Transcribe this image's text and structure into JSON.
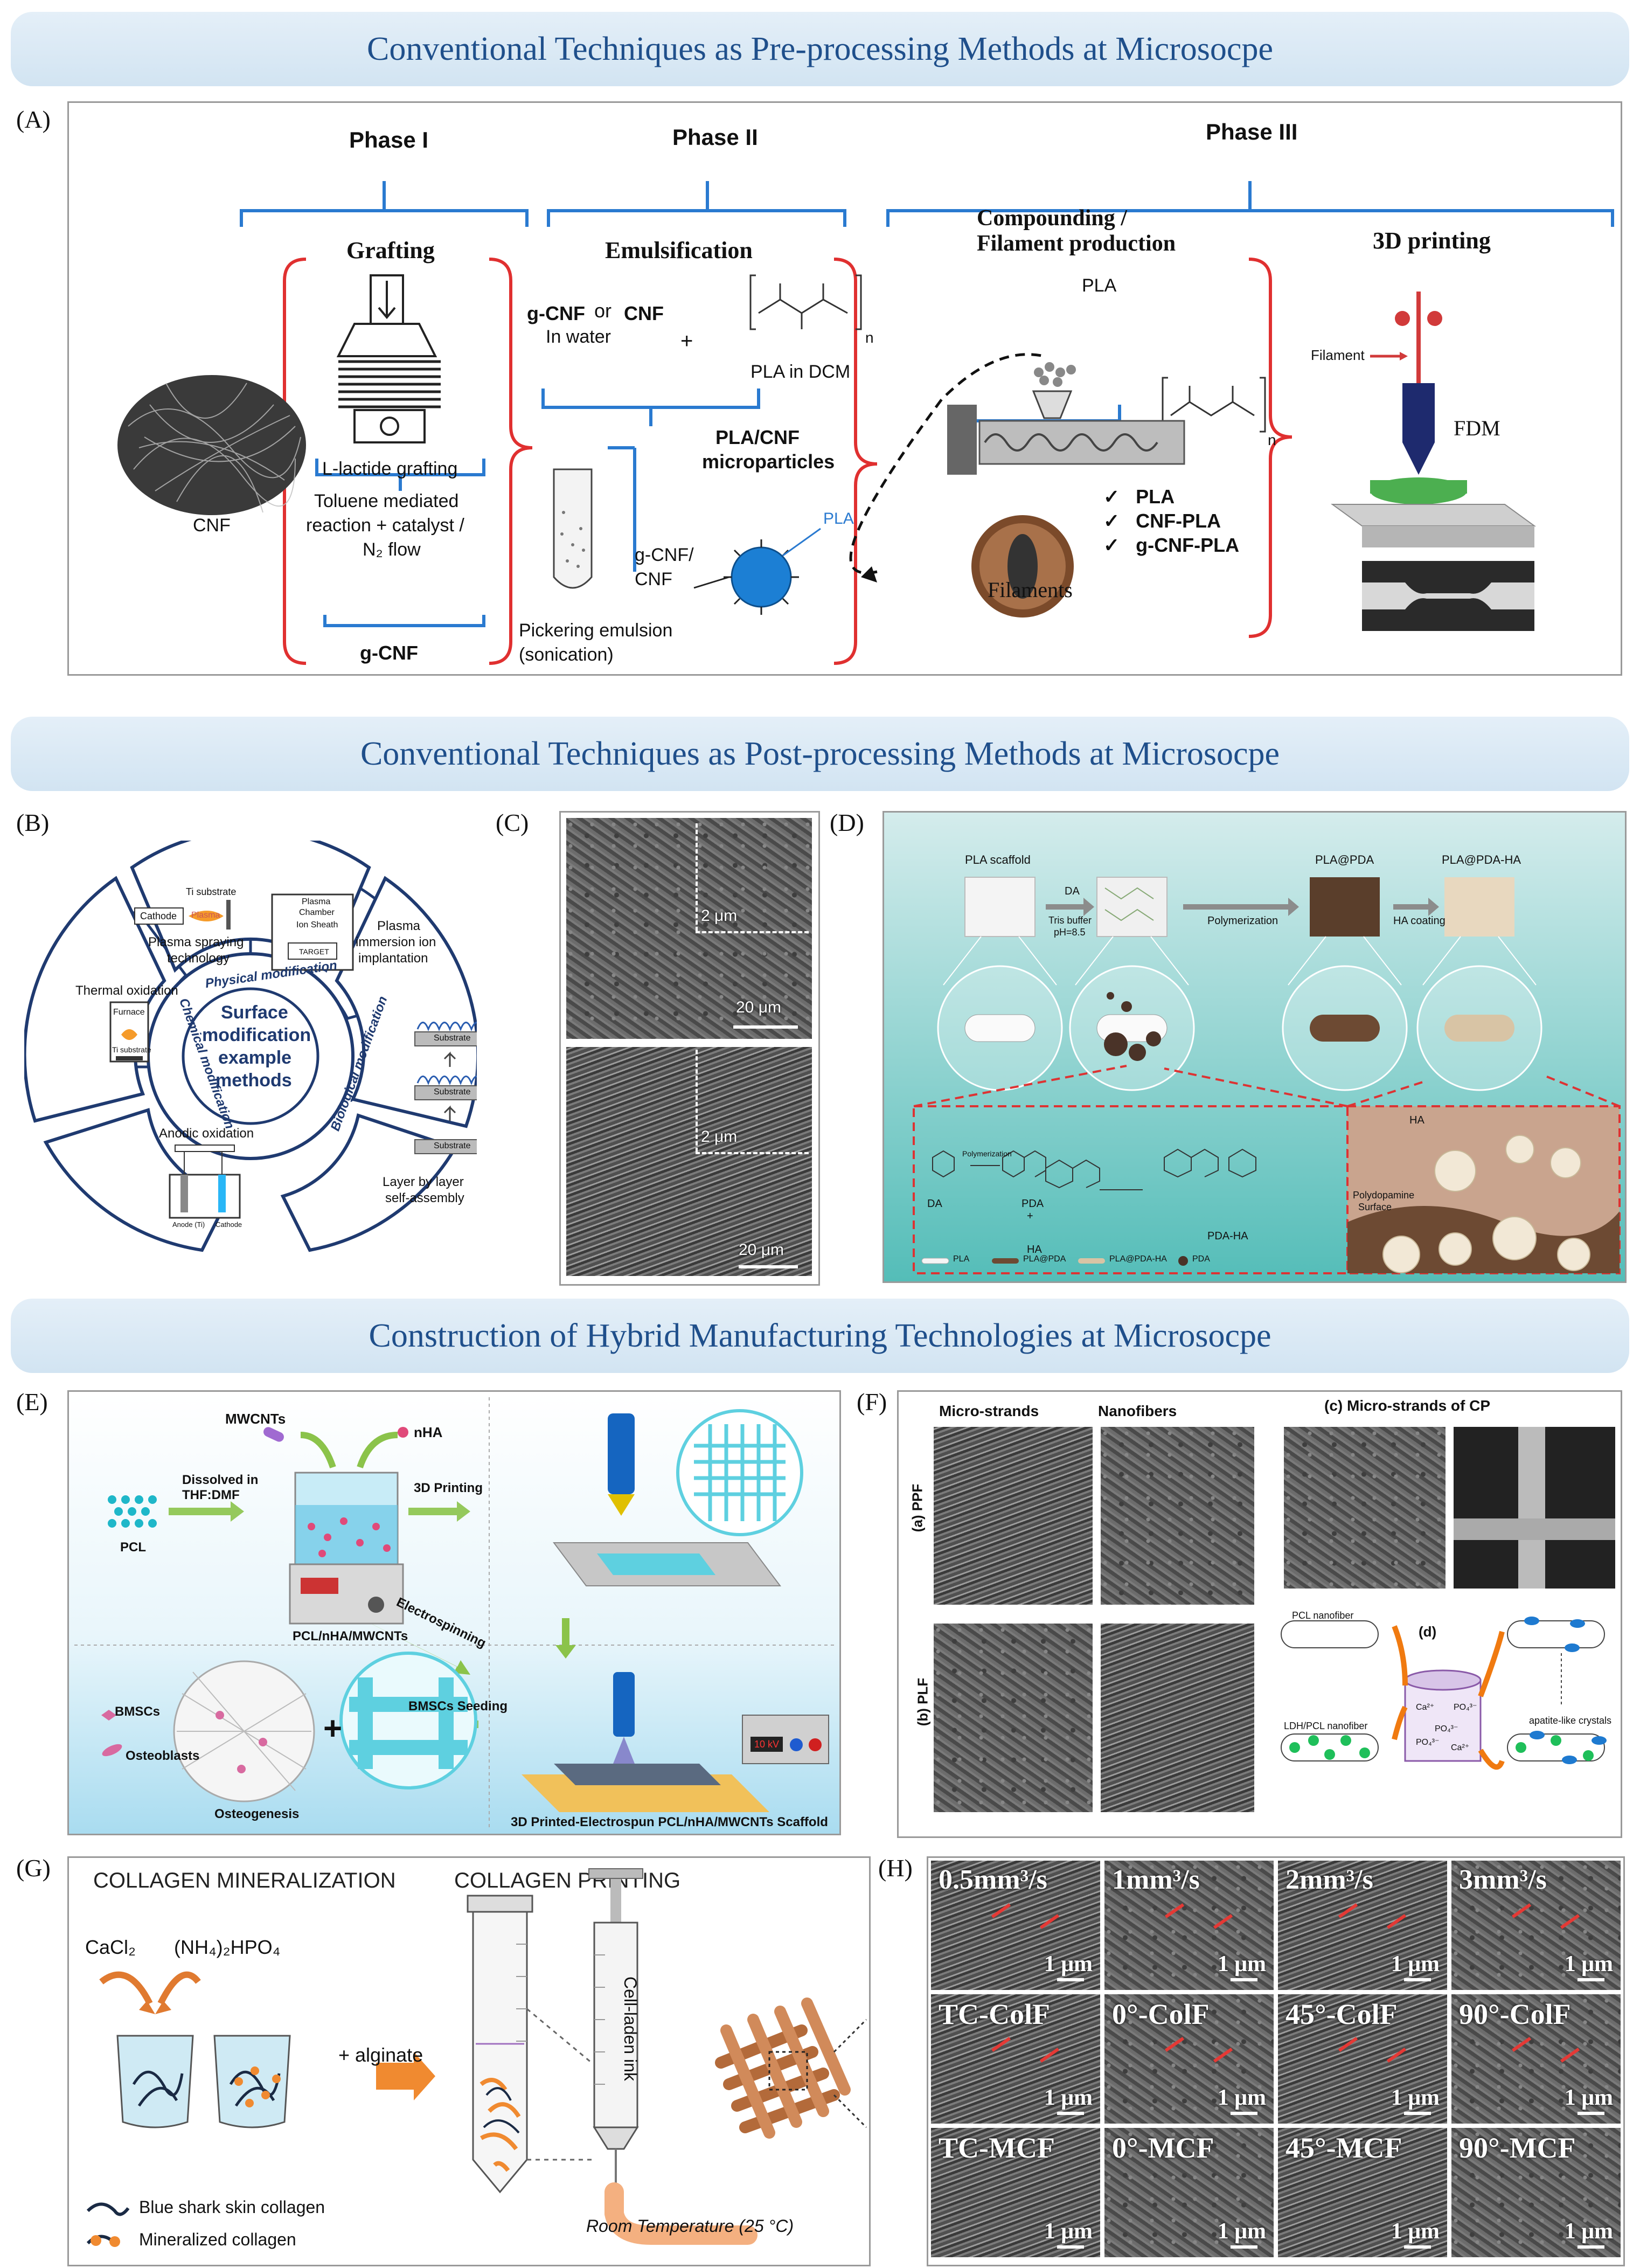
{
  "banners": {
    "pre": "Conventional Techniques as Pre-processing Methods at Microsocpe",
    "post": "Conventional Techniques as Post-processing Methods at Microsocpe",
    "hybrid": "Construction of Hybrid Manufacturing Technologies at Microsocpe"
  },
  "panel_labels": [
    "(A)",
    "(B)",
    "(C)",
    "(D)",
    "(E)",
    "(F)",
    "(G)",
    "(H)"
  ],
  "panelA": {
    "phase1": "Phase I",
    "phase2": "Phase II",
    "phase3": "Phase III",
    "cnf": "CNF",
    "grafting": "Grafting",
    "lactide": "L-lactide grafting",
    "toluene1": "Toluene mediated",
    "toluene2": "reaction + catalyst /",
    "toluene3": "N₂ flow",
    "gcnf": "g-CNF",
    "emulsification": "Emulsification",
    "gcnf_or": "g-CNF",
    "or": "or",
    "cnf2": "CNF",
    "in_water": "In water",
    "plus": "+",
    "pla_dcm": "PLA in DCM",
    "pla_cnf1": "PLA/CNF",
    "pla_cnf2": "microparticles",
    "pla_small": "PLA",
    "gcnf_slash1": "g-CNF/",
    "gcnf_slash2": "CNF",
    "pickering1": "Pickering emulsion",
    "pickering2": "(sonication)",
    "compounding1": "Compounding /",
    "compounding2": "Filament production",
    "pla_top": "PLA",
    "list": [
      "PLA",
      "CNF-PLA",
      "g-CNF-PLA"
    ],
    "filaments": "Filaments",
    "printing": "3D printing",
    "filament": "Filament",
    "fdm": "FDM",
    "n": "n"
  },
  "panelB": {
    "center1": "Surface",
    "center2": "modification",
    "center3": "example",
    "center4": "methods",
    "physical": "Physical modification",
    "chemical": "Chemical modification",
    "biological": "Biological modification",
    "ti_substrate": "Ti substrate",
    "cathode": "Cathode",
    "plasma": "Plasma",
    "plasma_spray1": "Plasma spraying",
    "plasma_spray2": "technology",
    "chamber1": "Plasma",
    "chamber2": "Chamber",
    "ion_sheath": "Ion Sheath",
    "target": "TARGET",
    "immersion1": "Plasma",
    "immersion2": "immersion ion",
    "immersion3": "implantation",
    "thermal": "Thermal oxidation",
    "furnace": "Furnace",
    "ti_sub2": "Ti substrate",
    "anodic": "Anodic oxidation",
    "anode": "Anode (Ti)",
    "cathode2": "Cathode",
    "substrate": "Substrate",
    "lbl1": "Layer by layer",
    "lbl2": "self-assembly"
  },
  "panelC": {
    "s1": "2 μm",
    "s2": "20 μm",
    "s3": "2 μm",
    "s4": "20 μm"
  },
  "panelD": {
    "pla_scaffold": "PLA scaffold",
    "da": "DA",
    "tris1": "Tris buffer",
    "tris2": "pH=8.5",
    "polymerization": "Polymerization",
    "pla_pda": "PLA@PDA",
    "ha_coating": "HA coating",
    "pla_pda_ha": "PLA@PDA-HA",
    "polym_small": "Polymerization",
    "da2": "DA",
    "pda": "PDA",
    "plus": "+",
    "ha": "HA",
    "pda_ha": "PDA-HA",
    "ha2": "HA",
    "polydopamine1": "Polydopamine",
    "polydopamine2": "Surface",
    "legend": [
      "PLA",
      "PLA@PDA",
      "PLA@PDA-HA",
      "PDA"
    ]
  },
  "panelE": {
    "mwcnts": "MWCNTs",
    "nha": "nHA",
    "dissolved1": "Dissolved in",
    "dissolved2": "THF:DMF",
    "pcl": "PCL",
    "printing": "3D Printing",
    "mix": "PCL/nHA/MWCNTs",
    "electrospinning": "Electrospinning",
    "bmscs": "BMSCs",
    "osteoblasts": "Osteoblasts",
    "plus": "+",
    "seeding": "BMSCs Seeding",
    "osteogenesis": "Osteogenesis",
    "scaffold": "3D Printed-Electrospun PCL/nHA/MWCNTs Scaffold",
    "voltage": "10 kV"
  },
  "panelF": {
    "micro": "Micro-strands",
    "nano": "Nanofibers",
    "cp": "(c) Micro-strands of CP",
    "ppf": "(a) PPF",
    "plf": "(b) PLF",
    "pcl_nano": "PCL nanofiber",
    "d": "(d)",
    "ldh": "LDH/PCL nanofiber",
    "apatite": "apatite-like crystals",
    "ions": [
      "Ca²⁺",
      "PO₄³⁻",
      "PO₄³⁻",
      "PO₄³⁻",
      "Ca²⁺"
    ]
  },
  "panelG": {
    "mineralization": "COLLAGEN MINERALIZATION",
    "printing": "COLLAGEN PRINTING",
    "cacl2": "CaCl₂",
    "nh4": "(NH₄)₂HPO₄",
    "alginate": "+ alginate",
    "cell_ink": "Cell-laden ink",
    "room_temp": "Room Temperature (25 °C)",
    "blue_shark": "Blue shark skin collagen",
    "mineralized": "Mineralized collagen"
  },
  "panelH": {
    "labels": [
      "0.5mm³/s",
      "1mm³/s",
      "2mm³/s",
      "3mm³/s",
      "TC-ColF",
      "0°-ColF",
      "45°-ColF",
      "90°-ColF",
      "TC-MCF",
      "0°-MCF",
      "45°-MCF",
      "90°-MCF"
    ],
    "scale": "1 μm"
  },
  "colors": {
    "banner_text": "#1f4f8b",
    "bracket_red": "#e03030",
    "bracket_blue": "#2a7ad0",
    "teal": "#2aa9a7"
  }
}
